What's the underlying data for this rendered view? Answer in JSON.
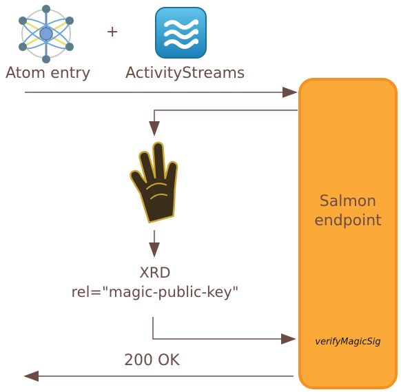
{
  "inputs": {
    "atom_label": "Atom entry",
    "plus": "+",
    "activitystreams_label": "ActivityStreams"
  },
  "endpoint": {
    "label": "Salmon\nendpoint",
    "verify_label": "verifyMagicSig"
  },
  "lookup": {
    "xrd_label": "XRD\nrel=\"magic-public-key\""
  },
  "response": {
    "label": "200 OK"
  },
  "colors": {
    "arrow": "#6b4b48",
    "endpoint_fill": "#fbaa3a",
    "endpoint_border": "#f7901e",
    "activitystreams_icon": "#2e9fd0",
    "hand": "#3b2f1c"
  }
}
